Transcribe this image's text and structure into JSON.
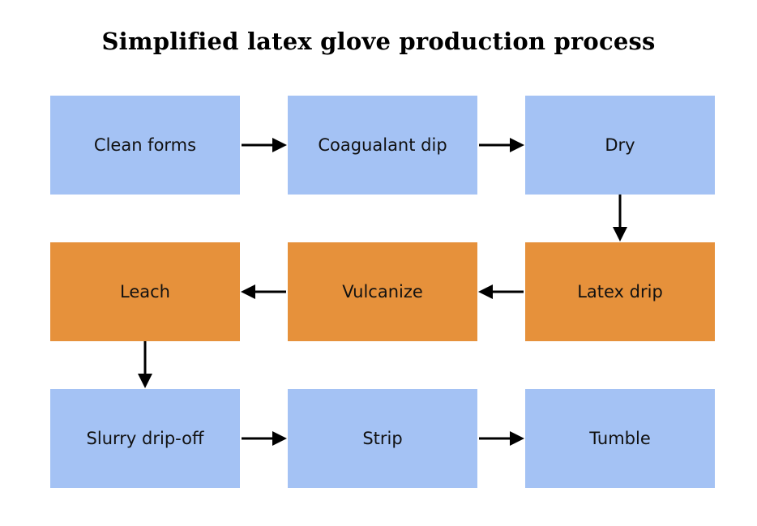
{
  "title": "Simplified latex glove production process",
  "colors": {
    "blue": "#a4c2f4",
    "orange": "#e6913b",
    "arrow": "#000000"
  },
  "steps": [
    {
      "label": "Clean forms",
      "color": "blue"
    },
    {
      "label": "Coagualant dip",
      "color": "blue"
    },
    {
      "label": "Dry",
      "color": "blue"
    },
    {
      "label": "Latex drip",
      "color": "orange"
    },
    {
      "label": "Vulcanize",
      "color": "orange"
    },
    {
      "label": "Leach",
      "color": "orange"
    },
    {
      "label": "Slurry drip-off",
      "color": "blue"
    },
    {
      "label": "Strip",
      "color": "blue"
    },
    {
      "label": "Tumble",
      "color": "blue"
    }
  ]
}
